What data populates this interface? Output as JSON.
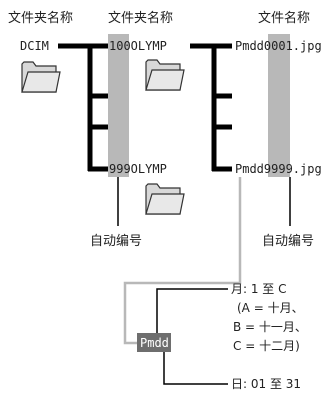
{
  "headers": {
    "col1": "文件夹名称",
    "col2": "文件夹名称",
    "col3": "文件名称"
  },
  "tree": {
    "root": "DCIM",
    "folder_first": "100OLYMP",
    "folder_last": "999OLYMP",
    "file_first": "Pmdd0001.jpg",
    "file_last": "Pmdd9999.jpg"
  },
  "auto_number_label_folders": "自动编号",
  "auto_number_label_files": "自动编号",
  "legend": {
    "prefix": "Pmdd",
    "month_line1": "月: 1 至 C",
    "month_line2": "(A = 十月、",
    "month_line3": "B = 十一月、",
    "month_line4": "C = 十二月)",
    "day_line": "日: 01 至 31"
  },
  "colors": {
    "highlight": "#b8b8b8",
    "line": "#000000",
    "connector": "#b8b8b8",
    "prefix_bg": "#6e6e6e",
    "folder_fill": "#d8d8d8"
  }
}
